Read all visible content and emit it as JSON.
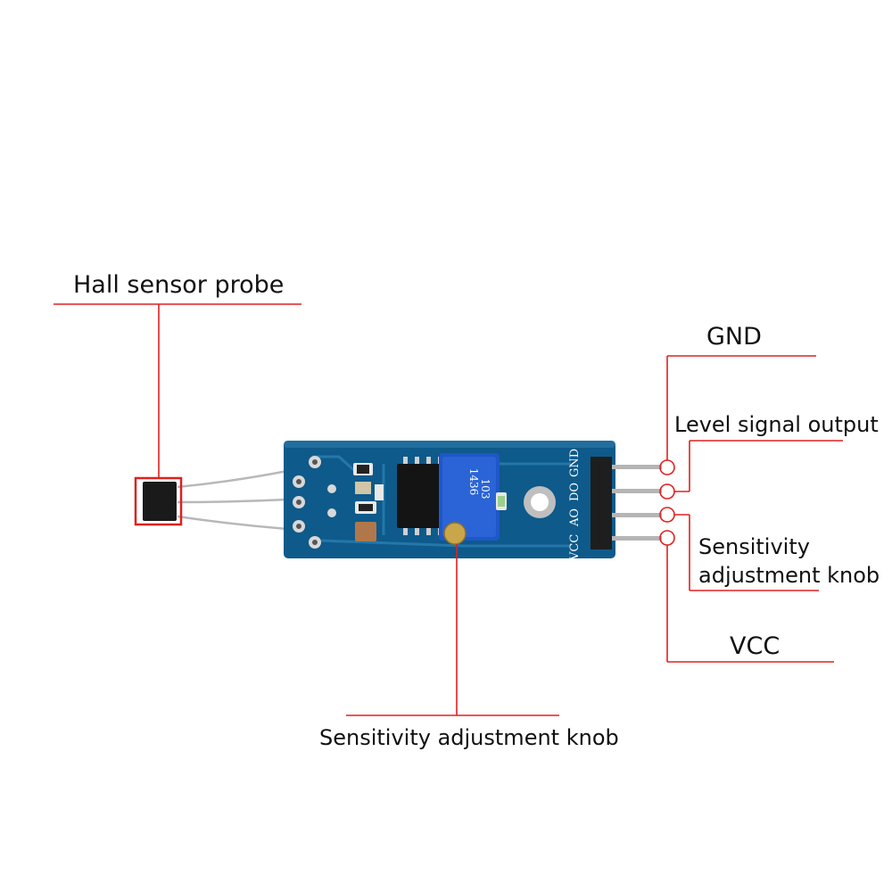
{
  "labels": {
    "hall_probe": "Hall sensor probe",
    "gnd": "GND",
    "level_output": "Level signal output",
    "sens_knob_right_line1": "Sensitivity",
    "sens_knob_right_line2": "adjustment knob",
    "vcc": "VCC",
    "sens_knob_bottom": "Sensitivity adjustment knob"
  },
  "board": {
    "pin_labels": [
      "VCC",
      "AO",
      "DO",
      "GND"
    ],
    "pot_marking_1": "1436",
    "pot_marking_2": "103"
  },
  "colors": {
    "callout_line": "#e02020",
    "pcb": "#0e5a8a",
    "pot_body": "#1f57c9",
    "pot_screw": "#c9a64a"
  }
}
